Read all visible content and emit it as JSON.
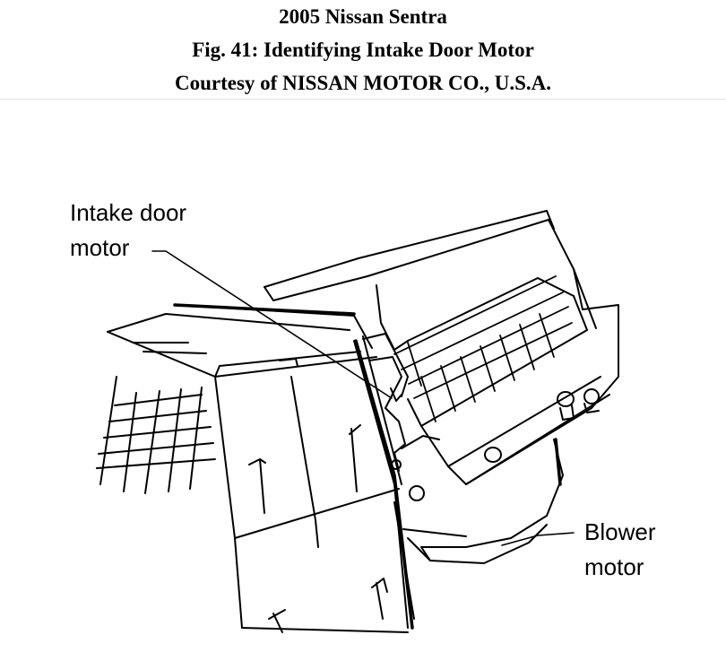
{
  "header": {
    "line1": "2005 Nissan Sentra",
    "line2": "Fig. 41: Identifying Intake Door Motor",
    "line3": "Courtesy of NISSAN MOTOR CO., U.S.A."
  },
  "callouts": {
    "intake_line1": "Intake door",
    "intake_line2": "motor",
    "blower_line1": "Blower",
    "blower_line2": "motor"
  }
}
